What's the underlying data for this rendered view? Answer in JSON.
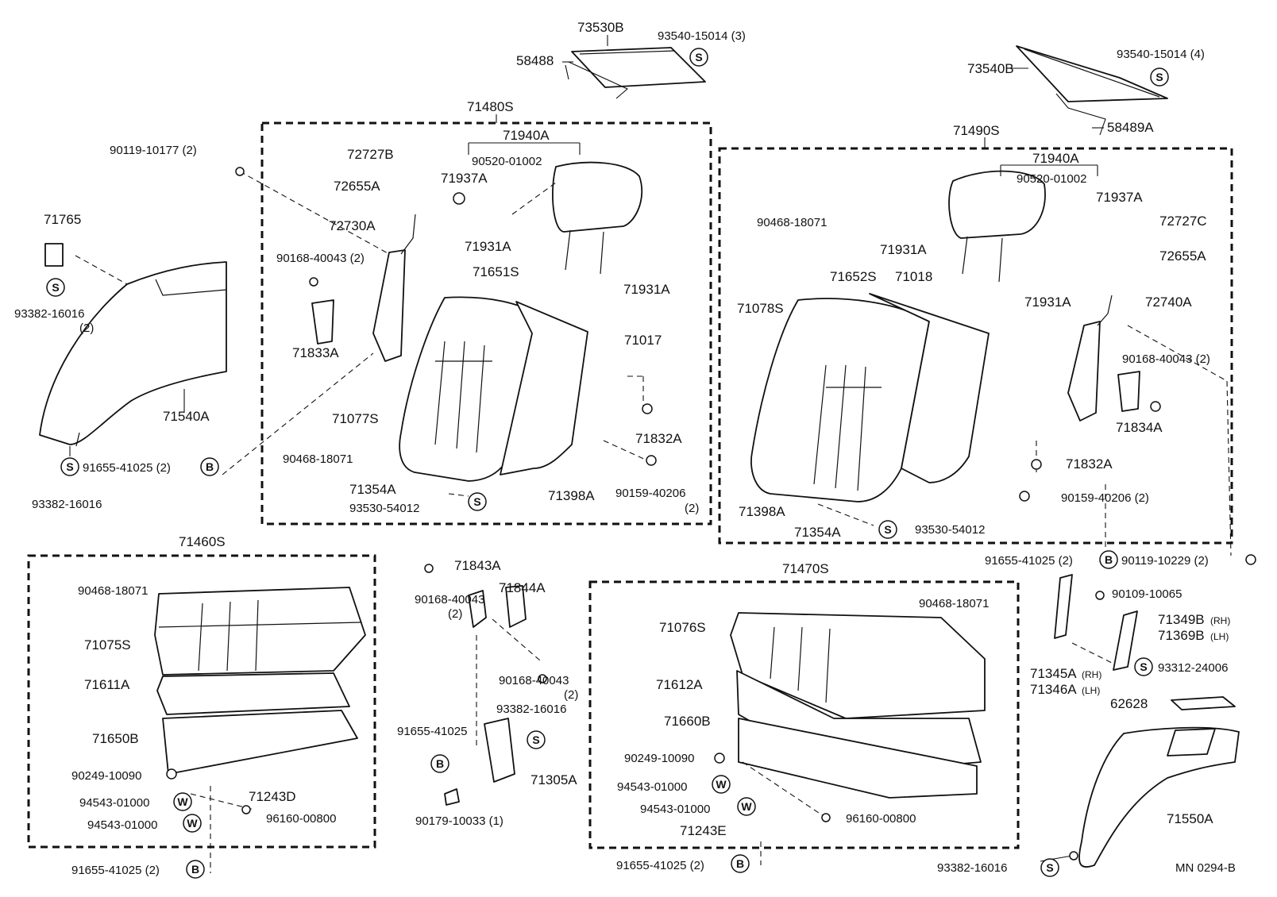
{
  "diagram": {
    "callouts": {
      "p73530B": "73530B",
      "p93540_3": "93540-15014 (3)",
      "p58488": "58488",
      "p73540B": "73540B",
      "p93540_4": "93540-15014 (4)",
      "p58489A": "58489A",
      "p71480S": "71480S",
      "p71490S": "71490S",
      "p90119_177": "90119-10177 (2)",
      "p71765": "71765",
      "p93382_a": "93382-16016",
      "p93382_a_qty": "(2)",
      "p71540A": "71540A",
      "p91655_a": "91655-41025 (2)",
      "p93382_b": "93382-16016",
      "L_71940A": "71940A",
      "L_72727B": "72727B",
      "L_90520": "90520-01002",
      "L_72655A": "72655A",
      "L_71937A": "71937A",
      "L_72730A": "72730A",
      "L_90168": "90168-40043 (2)",
      "L_71931A_a": "71931A",
      "L_71651S": "71651S",
      "L_71931A_b": "71931A",
      "L_71833A": "71833A",
      "L_71017": "71017",
      "L_71077S": "71077S",
      "L_71832A": "71832A",
      "L_90468": "90468-18071",
      "L_90159": "90159-40206",
      "L_90159_qty": "(2)",
      "L_71354A": "71354A",
      "L_71398A": "71398A",
      "L_93530": "93530-54012",
      "R_71940A": "71940A",
      "R_90520": "90520-01002",
      "R_71937A": "71937A",
      "R_90468": "90468-18071",
      "R_72727C": "72727C",
      "R_71931A_a": "71931A",
      "R_72655A": "72655A",
      "R_71652S": "71652S",
      "R_71018": "71018",
      "R_71078S": "71078S",
      "R_71931A_b": "71931A",
      "R_72740A": "72740A",
      "R_90168": "90168-40043 (2)",
      "R_71834A": "71834A",
      "R_71832A": "71832A",
      "R_71398A": "71398A",
      "R_90159": "90159-40206 (2)",
      "R_71354A": "71354A",
      "R_93530": "93530-54012",
      "R_91655": "91655-41025 (2)",
      "R_90119_229": "90119-10229 (2)",
      "p71460S": "71460S",
      "B_90468": "90468-18071",
      "B_71075S": "71075S",
      "B_71611A": "71611A",
      "B_71650B": "71650B",
      "B_90249": "90249-10090",
      "B_71243D": "71243D",
      "B_94543_a": "94543-01000",
      "B_94543_b": "94543-01000",
      "B_96160": "96160-00800",
      "B_91655": "91655-41025 (2)",
      "M_71843A": "71843A",
      "M_90168_a": "90168-40043",
      "M_90168_a_qty": "(2)",
      "M_71844A": "71844A",
      "M_90168_b": "90168-40043",
      "M_90168_b_qty": "(2)",
      "M_93382": "93382-16016",
      "M_91655": "91655-41025",
      "M_71305A": "71305A",
      "M_90179": "90179-10033 (1)",
      "p71470S": "71470S",
      "C_90468": "90468-18071",
      "C_71076S": "71076S",
      "C_71612A": "71612A",
      "C_71660B": "71660B",
      "C_90249": "90249-10090",
      "C_94543_a": "94543-01000",
      "C_94543_b": "94543-01000",
      "C_71243E": "71243E",
      "C_96160": "96160-00800",
      "C_91655": "91655-41025 (2)",
      "E_90109": "90109-10065",
      "E_71349B": "71349B",
      "E_71349B_side": "(RH)",
      "E_71369B": "71369B",
      "E_71369B_side": "(LH)",
      "E_71345A": "71345A",
      "E_71345A_side": "(RH)",
      "E_71346A": "71346A",
      "E_71346A_side": "(LH)",
      "E_93312": "93312-24006",
      "E_62628": "62628",
      "E_71550A": "71550A",
      "E_93382": "93382-16016",
      "ref_code": "MN  0294-B"
    },
    "symbols": {
      "s": "S",
      "b": "B",
      "w": "W"
    }
  }
}
